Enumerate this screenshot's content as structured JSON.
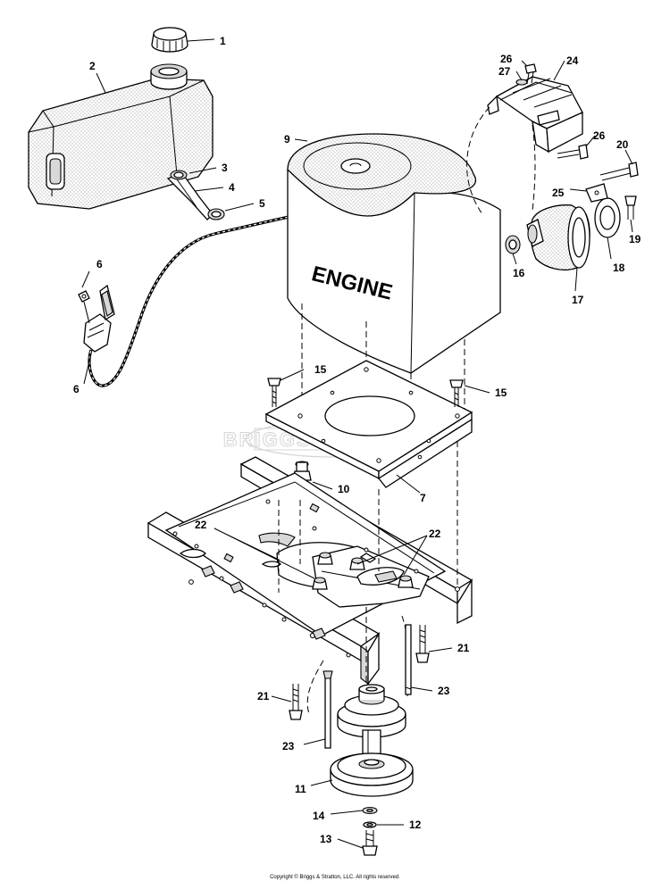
{
  "engine_label": "ENGINE",
  "watermark_text": "BRIGGS&STRATTON",
  "copyright": "Copyright © Briggs & Stratton, LLC. All rights reserved.",
  "callouts": {
    "c1": "1",
    "c2": "2",
    "c3": "3",
    "c4": "4",
    "c5": "5",
    "c6a": "6",
    "c6b": "6",
    "c7": "7",
    "c9": "9",
    "c10": "10",
    "c11": "11",
    "c12": "12",
    "c13": "13",
    "c14": "14",
    "c15a": "15",
    "c15b": "15",
    "c16": "16",
    "c17": "17",
    "c18": "18",
    "c19": "19",
    "c20": "20",
    "c21a": "21",
    "c21b": "21",
    "c22a": "22",
    "c22b": "22",
    "c23a": "23",
    "c23b": "23",
    "c24": "24",
    "c25": "25",
    "c26a": "26",
    "c26b": "26",
    "c27": "27"
  },
  "colors": {
    "line": "#000000",
    "shade": "#d8d8d8",
    "watermark": "#d4d4d4",
    "background": "#ffffff"
  }
}
